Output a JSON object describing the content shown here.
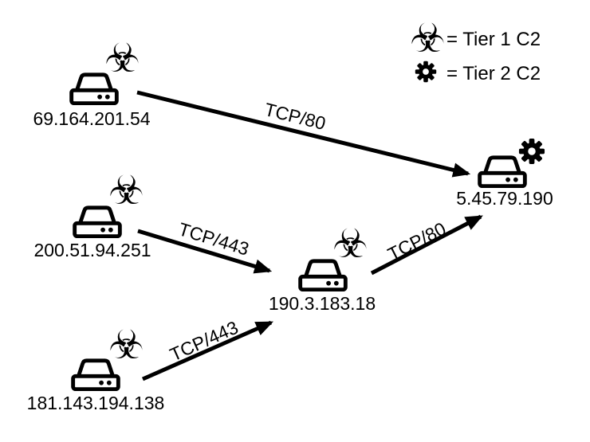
{
  "colors": {
    "ink": "#000000",
    "background": "#ffffff"
  },
  "glyphs": {
    "biohazard": "☣"
  },
  "legend": {
    "items": [
      {
        "icon": "biohazard-icon",
        "label": "= Tier 1 C2"
      },
      {
        "icon": "gear-icon",
        "label": "= Tier 2 C2"
      }
    ]
  },
  "nodes": [
    {
      "ip": "69.164.201.54",
      "role": "Tier 1 C2"
    },
    {
      "ip": "200.51.94.251",
      "role": "Tier 1 C2"
    },
    {
      "ip": "181.143.194.138",
      "role": "Tier 1 C2"
    },
    {
      "ip": "190.3.183.18",
      "role": "Tier 1 C2"
    },
    {
      "ip": "5.45.79.190",
      "role": "Tier 2 C2"
    }
  ],
  "edges": [
    {
      "from": "69.164.201.54",
      "to": "5.45.79.190",
      "label": "TCP/80"
    },
    {
      "from": "200.51.94.251",
      "to": "190.3.183.18",
      "label": "TCP/443"
    },
    {
      "from": "181.143.194.138",
      "to": "190.3.183.18",
      "label": "TCP/443"
    },
    {
      "from": "190.3.183.18",
      "to": "5.45.79.190",
      "label": "TCP/80"
    }
  ]
}
